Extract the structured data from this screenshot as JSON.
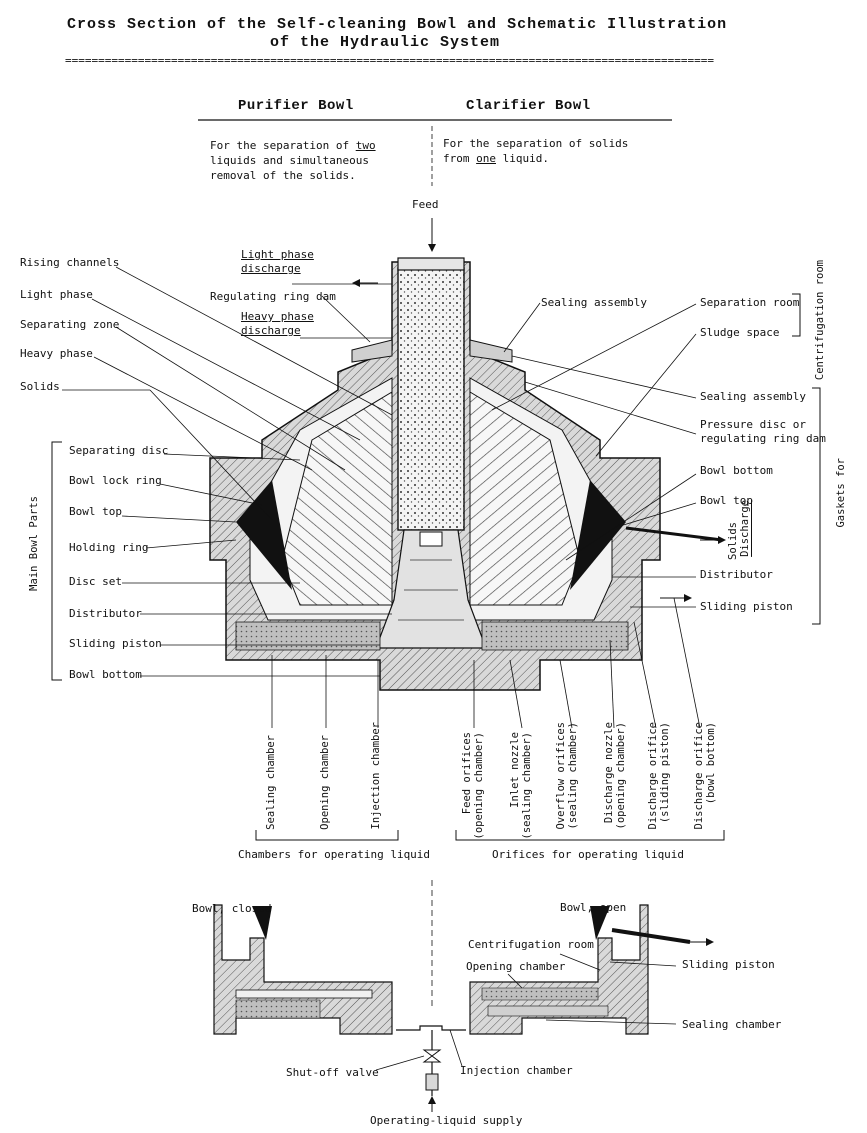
{
  "title": {
    "line1": "Cross Section of the Self-cleaning Bowl and Schematic Illustration",
    "line2": "of the Hydraulic System"
  },
  "headers": {
    "purifier": {
      "title": "Purifier Bowl",
      "desc_pre": "For the separation of ",
      "desc_emph": "two",
      "desc_post": " liquids and simultaneous removal of the solids."
    },
    "clarifier": {
      "title": "Clarifier Bowl",
      "desc_pre": "For the separation of solids from ",
      "desc_emph": "one",
      "desc_post": " liquid."
    }
  },
  "diagram": {
    "feed": "Feed",
    "top_center": {
      "light_phase_discharge_1": "Light phase",
      "light_phase_discharge_2": "discharge",
      "regulating_ring_dam": "Regulating ring dam",
      "heavy_phase_discharge_1": "Heavy phase",
      "heavy_phase_discharge_2": "discharge",
      "sealing_assembly": "Sealing assembly"
    },
    "left_labels": {
      "rising_channels": "Rising channels",
      "light_phase": "Light phase",
      "separating_zone": "Separating zone",
      "heavy_phase": "Heavy phase",
      "solids": "Solids"
    },
    "main_parts_group": "Main Bowl Parts",
    "main_parts": {
      "separating_disc": "Separating disc",
      "bowl_lock_ring": "Bowl lock ring",
      "bowl_top": "Bowl top",
      "holding_ring": "Holding ring",
      "disc_set": "Disc set",
      "distributor": "Distributor",
      "sliding_piston": "Sliding piston",
      "bowl_bottom": "Bowl bottom"
    },
    "right_top": {
      "separation_room": "Separation room",
      "sludge_space": "Sludge space",
      "group": "Centrifugation room"
    },
    "gaskets_group": "Gaskets for",
    "gaskets": {
      "sealing_assembly": "Sealing assembly",
      "pressure_disc_1": "Pressure disc or",
      "pressure_disc_2": "regulating ring dam",
      "bowl_bottom": "Bowl bottom",
      "bowl_top": "Bowl top",
      "distributor": "Distributor",
      "sliding_piston": "Sliding piston"
    },
    "solids_discharge_1": "Solids",
    "solids_discharge_2": "Discharge",
    "chambers": {
      "sealing": "Sealing chamber",
      "opening": "Opening chamber",
      "injection": "Injection chamber",
      "group": "Chambers for operating liquid"
    },
    "orifices": {
      "feed_1": "Feed orifices",
      "feed_2": "(opening chamber)",
      "inlet_1": "Inlet nozzle",
      "inlet_2": "(sealing chamber)",
      "overflow_1": "Overflow orifices",
      "overflow_2": "(sealing chamber)",
      "discharge_nozzle_1": "Discharge nozzle",
      "discharge_nozzle_2": "(opening chamber)",
      "discharge_orifice_piston_1": "Discharge orifice",
      "discharge_orifice_piston_2": "(sliding piston)",
      "discharge_orifice_bottom_1": "Discharge orifice",
      "discharge_orifice_bottom_2": "(bowl bottom)",
      "group": "Orifices for operating liquid"
    }
  },
  "hydraulic": {
    "bowl_closed": "Bowl, closed",
    "bowl_open": "Bowl, open",
    "centrifugation_room": "Centrifugation room",
    "opening_chamber": "Opening chamber",
    "sliding_piston": "Sliding piston",
    "sealing_chamber": "Sealing chamber",
    "shutoff_valve": "Shut-off valve",
    "injection_chamber": "Injection chamber",
    "operating_liquid_supply": "Operating-liquid supply"
  }
}
